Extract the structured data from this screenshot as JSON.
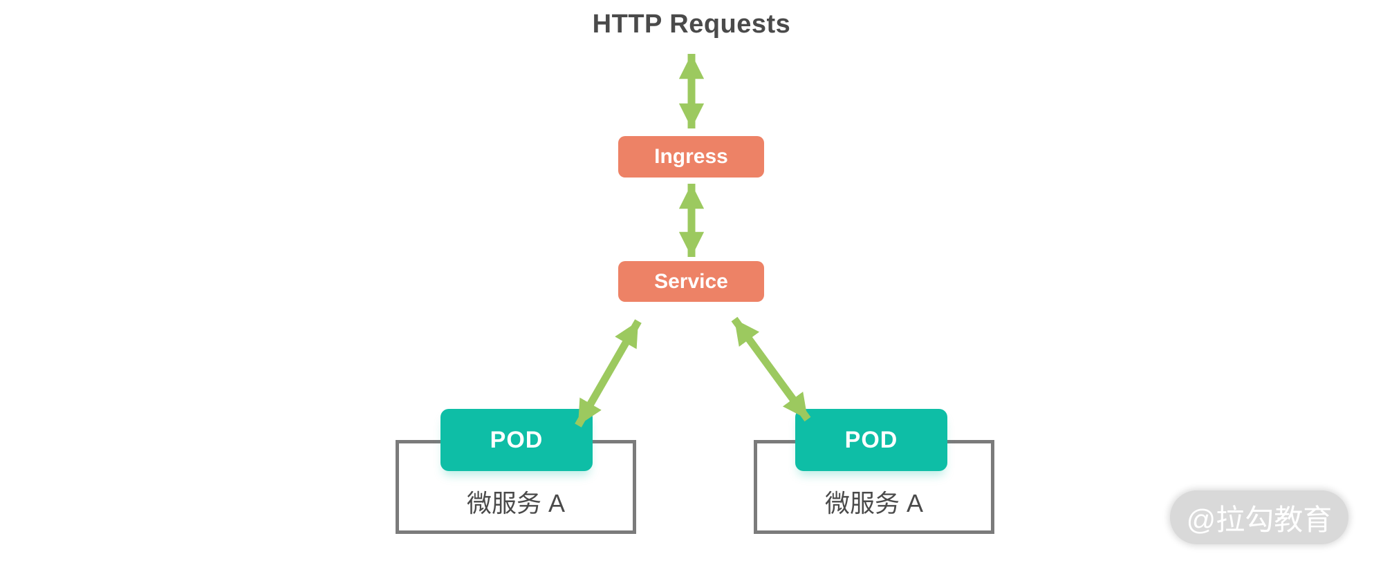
{
  "diagram": {
    "title": "HTTP Requests",
    "nodes": {
      "ingress": {
        "label": "Ingress"
      },
      "service": {
        "label": "Service"
      },
      "pod_left": {
        "label": "POD"
      },
      "pod_right": {
        "label": "POD"
      },
      "microservice_left": {
        "label": "微服务 A"
      },
      "microservice_right": {
        "label": "微服务 A"
      }
    },
    "arrows": [
      {
        "name": "http-to-ingress",
        "direction": "bidirectional"
      },
      {
        "name": "ingress-to-service",
        "direction": "bidirectional"
      },
      {
        "name": "service-to-pod-left",
        "direction": "bidirectional"
      },
      {
        "name": "service-to-pod-right",
        "direction": "bidirectional"
      }
    ],
    "watermark": {
      "label": "@拉勾教育"
    }
  },
  "colors": {
    "accent-salmon": "#ED8266",
    "accent-green": "#9CC95F",
    "accent-teal": "#0EBEA6",
    "border-gray": "#7B7B7B",
    "text-dark": "#4A4A4A",
    "text-light": "#FFFFFF",
    "watermark-bg": "#D9D9D9",
    "watermark-text": "#FFFFFF"
  }
}
